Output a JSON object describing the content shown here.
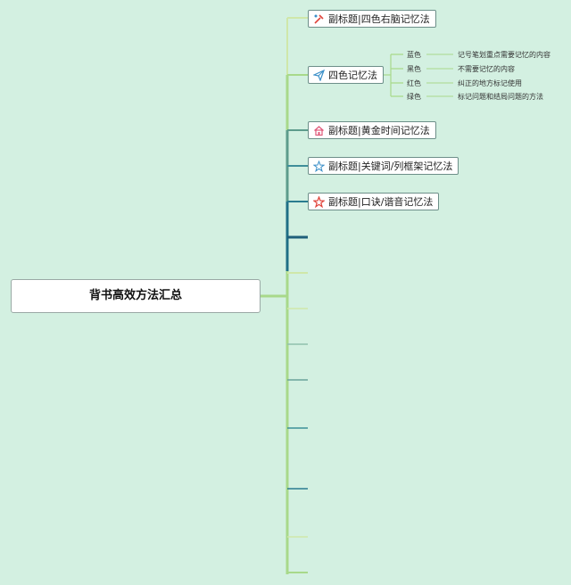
{
  "root": {
    "title": "背书高效方法汇总"
  },
  "branches": [
    {
      "label": "副标题|四色右脑记忆法",
      "icon": "tools-icon"
    },
    {
      "label": "四色记忆法",
      "icon": "paper-plane-icon",
      "children": [
        {
          "color": "蓝色",
          "desc": "记号笔划重点需要记忆的内容"
        },
        {
          "color": "黑色",
          "desc": "不需要记忆的内容"
        },
        {
          "color": "红色",
          "desc": "纠正的地方标记使用"
        },
        {
          "color": "绿色",
          "desc": "标记问题和结局问题的方法"
        }
      ]
    },
    {
      "label": "副标题|黄金时间记忆法",
      "icon": "home-icon"
    },
    {
      "label": "副标题|关键词/列框架记忆法",
      "icon": "star-outline-icon"
    },
    {
      "label": "副标题|口诀/谐音记忆法",
      "icon": "star-red-icon"
    }
  ],
  "colors": {
    "background": "#d3f0e1",
    "connector_light": "#a8d98a",
    "connector_mid": "#5d9c8c",
    "connector_dark": "#2a7b8f",
    "icon_red": "#e0443b",
    "icon_blue": "#3a8fc8",
    "icon_pink": "#e05a7a"
  }
}
